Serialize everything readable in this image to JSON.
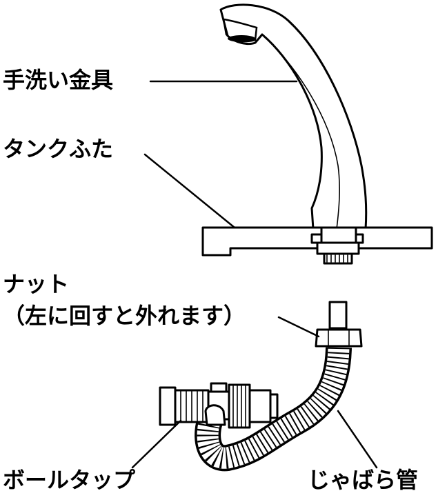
{
  "labels": {
    "faucet": "手洗い金具",
    "tank_lid": "タンクふた",
    "nut_line1": "ナット",
    "nut_line2": "（左に回すと外れます）",
    "ball_tap": "ボールタップ",
    "bellows_pipe": "じゃばら管"
  },
  "colors": {
    "line": "#000000",
    "background": "#ffffff"
  }
}
